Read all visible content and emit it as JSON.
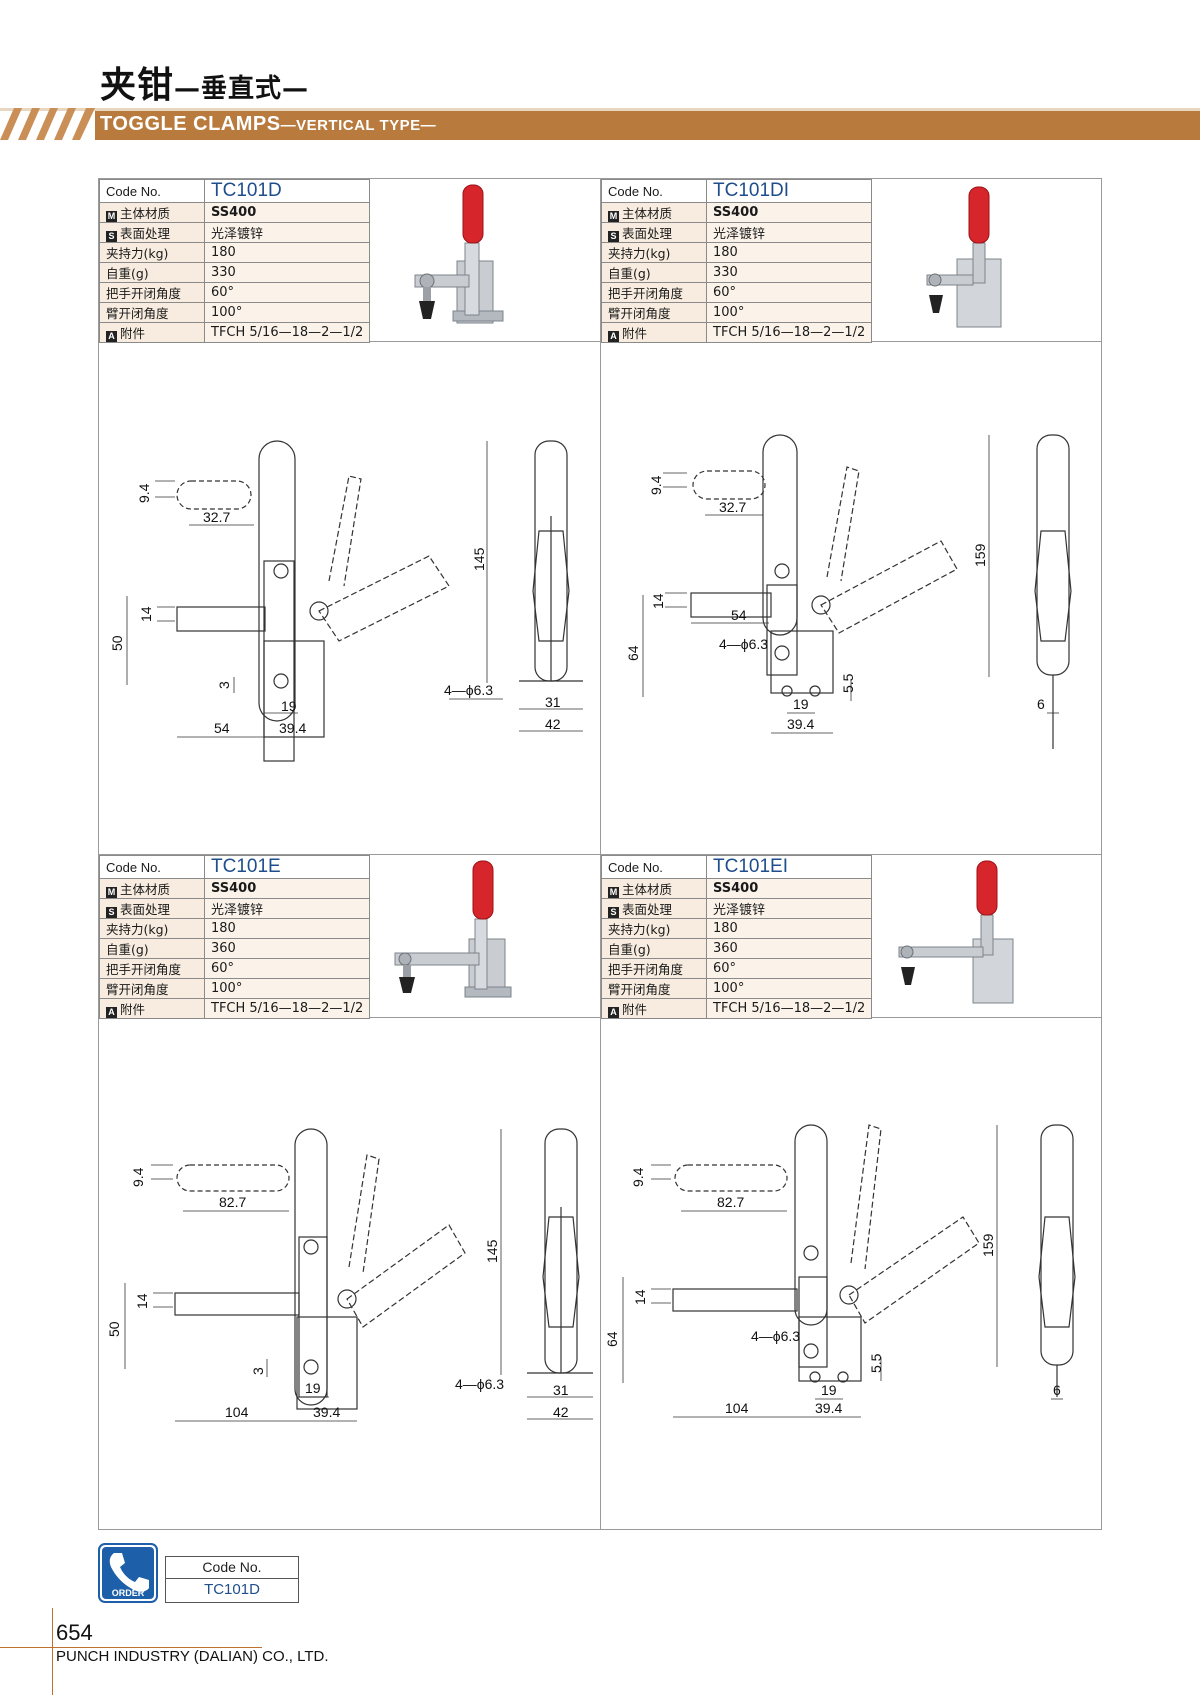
{
  "header": {
    "title_cn": "夹钳",
    "subtitle_cn": "—垂直式—",
    "title_en": "TOGGLE CLAMPS",
    "subtitle_en": "—VERTICAL TYPE—",
    "band_color": "#b97a3e"
  },
  "labels": {
    "code_no": "Code No.",
    "material": "主体材质",
    "surface": "表面处理",
    "holding": "夹持力(kg)",
    "weight": "自重(g)",
    "handle_angle": "把手开闭角度",
    "arm_angle": "臂开闭角度",
    "accessory": "附件",
    "badge_m": "M",
    "badge_s": "S",
    "badge_a": "A"
  },
  "products": [
    {
      "code": "TC101D",
      "material": "SS400",
      "surface": "光泽镀锌",
      "holding": "180",
      "weight": "330",
      "handle_angle": "60°",
      "arm_angle": "100°",
      "accessory": "TFCH 5/16—18—2—1/2",
      "dims": {
        "d1": "9.4",
        "d2": "32.7",
        "d3": "14",
        "d4": "50",
        "d5": "3",
        "d6": "19",
        "d7": "54",
        "d8": "39.4",
        "d9": "145",
        "d10": "4—ϕ6.3",
        "d11": "31",
        "d12": "42"
      }
    },
    {
      "code": "TC101DI",
      "material": "SS400",
      "surface": "光泽镀锌",
      "holding": "180",
      "weight": "330",
      "handle_angle": "60°",
      "arm_angle": "100°",
      "accessory": "TFCH 5/16—18—2—1/2",
      "dims": {
        "d1": "9.4",
        "d2": "32.7",
        "d3": "14",
        "d4": "64",
        "d5": "54",
        "d6": "4—ϕ6.3",
        "d7": "5.5",
        "d8": "19",
        "d9": "39.4",
        "d10": "159",
        "d11": "6"
      }
    },
    {
      "code": "TC101E",
      "material": "SS400",
      "surface": "光泽镀锌",
      "holding": "180",
      "weight": "360",
      "handle_angle": "60°",
      "arm_angle": "100°",
      "accessory": "TFCH 5/16—18—2—1/2",
      "dims": {
        "d1": "9.4",
        "d2": "82.7",
        "d3": "14",
        "d4": "50",
        "d5": "3",
        "d6": "19",
        "d7": "104",
        "d8": "39.4",
        "d9": "145",
        "d10": "4—ϕ6.3",
        "d11": "31",
        "d12": "42"
      }
    },
    {
      "code": "TC101EI",
      "material": "SS400",
      "surface": "光泽镀锌",
      "holding": "180",
      "weight": "360",
      "handle_angle": "60°",
      "arm_angle": "100°",
      "accessory": "TFCH 5/16—18—2—1/2",
      "dims": {
        "d1": "9.4",
        "d2": "82.7",
        "d3": "14",
        "d4": "64",
        "d5": "4—ϕ6.3",
        "d6": "5.5",
        "d7": "19",
        "d8": "104",
        "d9": "39.4",
        "d10": "159",
        "d11": "6"
      }
    }
  ],
  "order": {
    "label": "ORDER",
    "code_label": "Code No.",
    "code_value": "TC101D"
  },
  "footer": {
    "page_number": "654",
    "company": "PUNCH INDUSTRY (DALIAN) CO., LTD."
  }
}
